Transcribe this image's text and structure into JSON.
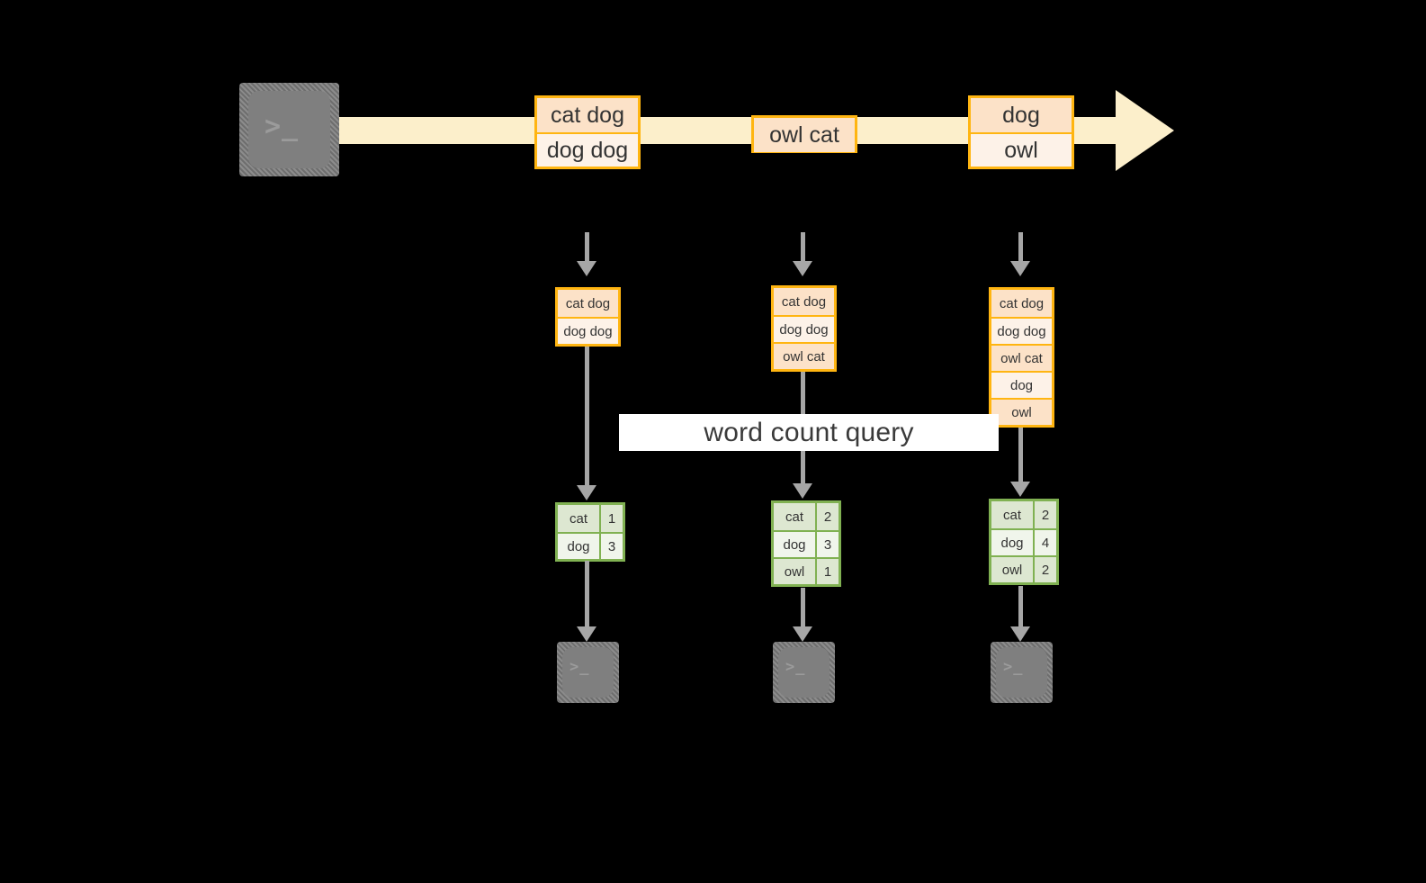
{
  "diagram": {
    "title": "word count query",
    "colors": {
      "background": "#000000",
      "stream_fill": "#FCEFCB",
      "box_border": "#FFB511",
      "box_fill_dark": "#FCE2C8",
      "box_fill_light": "#FDF2E8",
      "table_border": "#80B152",
      "table_fill_dark": "#DDE7D1",
      "table_fill_light": "#F0F5EB",
      "connector": "#A6A6A6",
      "terminal_face": "#7F7F7F",
      "caption_band": "#FFFFFF",
      "text": "#333333"
    }
  },
  "stream": {
    "source_icon": "terminal-icon",
    "source_glyph": ">_",
    "events": [
      {
        "name": "event-batch-1",
        "lines": [
          "cat dog",
          "dog dog"
        ]
      },
      {
        "name": "event-batch-2",
        "lines": [
          "owl cat"
        ]
      },
      {
        "name": "event-batch-3",
        "lines": [
          "dog",
          "owl"
        ]
      }
    ]
  },
  "columns": [
    {
      "name": "snapshot-1",
      "accumulated": [
        "cat dog",
        "dog dog"
      ],
      "result": {
        "headers_visible": false,
        "rows": [
          {
            "word": "cat",
            "count": "1"
          },
          {
            "word": "dog",
            "count": "3"
          }
        ]
      },
      "sink_icon": "terminal-icon",
      "sink_glyph": ">_"
    },
    {
      "name": "snapshot-2",
      "accumulated": [
        "cat dog",
        "dog dog",
        "owl cat"
      ],
      "result": {
        "headers_visible": false,
        "rows": [
          {
            "word": "cat",
            "count": "2"
          },
          {
            "word": "dog",
            "count": "3"
          },
          {
            "word": "owl",
            "count": "1"
          }
        ]
      },
      "sink_icon": "terminal-icon",
      "sink_glyph": ">_"
    },
    {
      "name": "snapshot-3",
      "accumulated": [
        "cat dog",
        "dog dog",
        "owl cat",
        "dog",
        "owl"
      ],
      "result": {
        "headers_visible": false,
        "rows": [
          {
            "word": "cat",
            "count": "2"
          },
          {
            "word": "dog",
            "count": "4"
          },
          {
            "word": "owl",
            "count": "2"
          }
        ]
      },
      "sink_icon": "terminal-icon",
      "sink_glyph": ">_"
    }
  ]
}
